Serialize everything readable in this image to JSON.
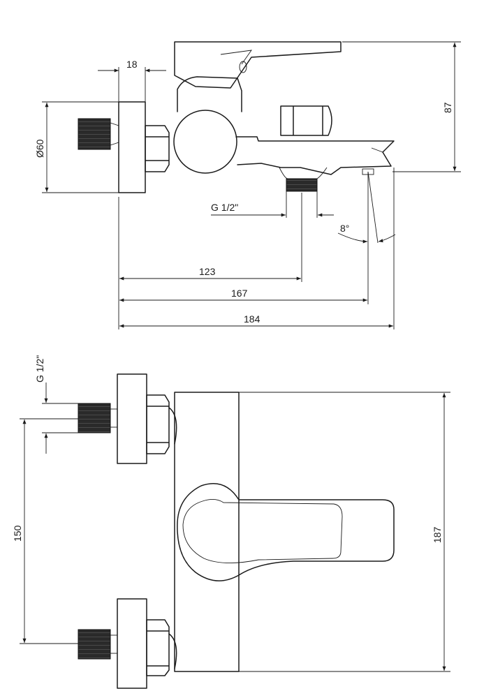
{
  "dimensions": {
    "width_18": "18",
    "dia_60": "Ø60",
    "height_87": "87",
    "thread_top": "G 1/2\"",
    "angle": "8°",
    "len_123": "123",
    "len_167": "167",
    "len_184": "184",
    "thread_side": "G 1/2\"",
    "spacing_150": "150",
    "height_187": "187"
  },
  "colors": {
    "line": "#1a1a1a",
    "thread": "#2a2a2a",
    "background": "#ffffff"
  }
}
